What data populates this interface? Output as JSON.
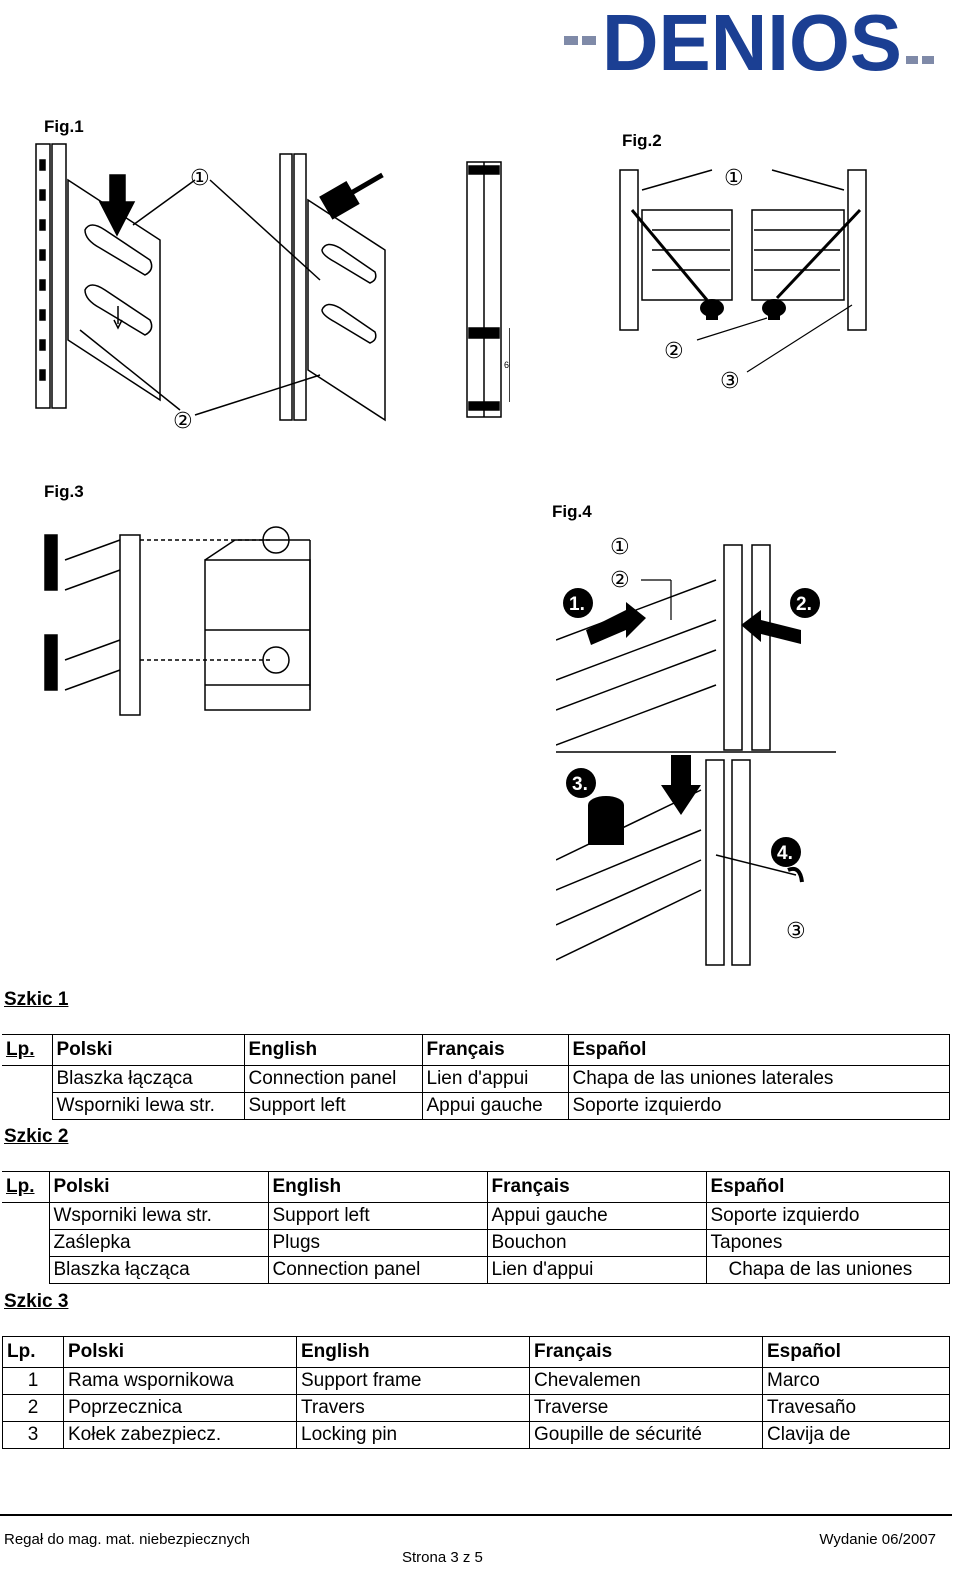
{
  "logo": {
    "text": "DENIOS"
  },
  "figures": [
    {
      "label": "Fig.1",
      "callouts": [
        "①",
        "②"
      ],
      "dimension": "600"
    },
    {
      "label": "Fig.2",
      "callouts": [
        "①",
        "②",
        "③"
      ]
    },
    {
      "label": "Fig.3"
    },
    {
      "label": "Fig.4",
      "callouts": [
        "①",
        "②",
        "③"
      ],
      "steps": [
        "1.",
        "2.",
        "3.",
        "4."
      ]
    }
  ],
  "sections": [
    {
      "title": "Szkic 1",
      "headers": [
        "Lp.",
        "Polski",
        "English",
        "Français",
        "Español"
      ],
      "rows": [
        [
          "",
          "Blaszka łącząca",
          "Connection panel",
          "Lien d'appui",
          "Chapa de las uniones laterales"
        ],
        [
          "",
          "Wsporniki lewa str.",
          "Support left",
          "Appui gauche",
          "Soporte izquierdo"
        ]
      ]
    },
    {
      "title": "Szkic 2",
      "headers": [
        "Lp.",
        "Polski",
        "English",
        "Français",
        "Español"
      ],
      "rows": [
        [
          "",
          "Wsporniki lewa str.",
          "Support left",
          "Appui gauche",
          "Soporte izquierdo"
        ],
        [
          "",
          "Zaślepka",
          "Plugs",
          "Bouchon",
          "Tapones"
        ],
        [
          "",
          "Blaszka łącząca",
          "Connection panel",
          "Lien d'appui",
          "Chapa de las uniones"
        ]
      ]
    },
    {
      "title": "Szkic 3",
      "headers": [
        "Lp.",
        "Polski",
        "English",
        "Français",
        "Español"
      ],
      "rows": [
        [
          "1",
          "Rama wspornikowa",
          "Support frame",
          "Chevalemen",
          "Marco"
        ],
        [
          "2",
          "Poprzecznica",
          "Travers",
          "Traverse",
          "Travesaño"
        ],
        [
          "3",
          "Kołek zabezpiecz.",
          "Locking pin",
          "Goupille de sécurité",
          "Clavija de"
        ]
      ]
    }
  ],
  "footer": {
    "left": "Regał do mag. mat. niebezpiecznych",
    "right": "Wydanie 06/2007",
    "page": "Strona 3 z 5"
  }
}
